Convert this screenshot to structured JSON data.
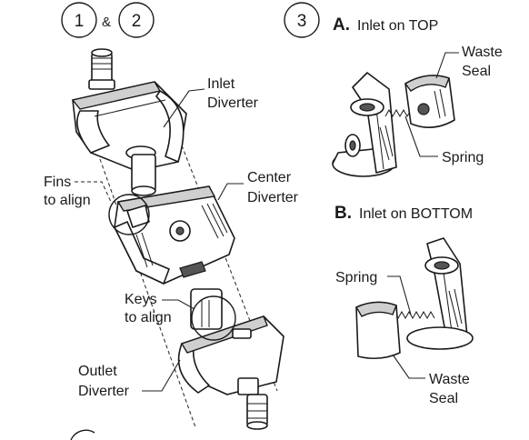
{
  "steps": {
    "one": "1",
    "amp": "&",
    "two": "2",
    "three": "3"
  },
  "left_labels": {
    "inlet_diverter": [
      "Inlet",
      "Diverter"
    ],
    "fins_to_align": [
      "Fins",
      "to align"
    ],
    "center_diverter": [
      "Center",
      "Diverter"
    ],
    "keys_to_align": [
      "Keys",
      "to align"
    ],
    "outlet_diverter": [
      "Outlet",
      "Diverter"
    ]
  },
  "section_a": {
    "letter": "A.",
    "title": "Inlet on TOP",
    "waste_seal": [
      "Waste",
      "Seal"
    ],
    "spring": "Spring"
  },
  "section_b": {
    "letter": "B.",
    "title": "Inlet on BOTTOM",
    "spring": "Spring",
    "waste_seal": [
      "Waste",
      "Seal"
    ]
  }
}
